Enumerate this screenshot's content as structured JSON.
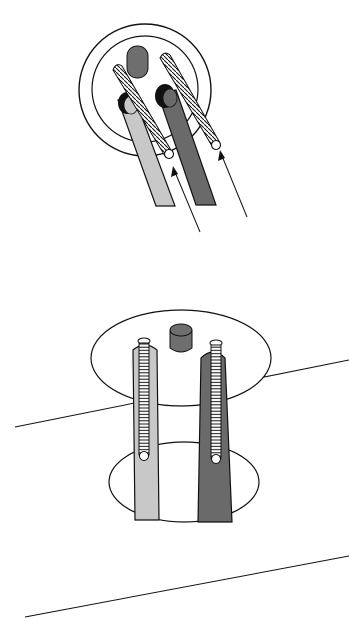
{
  "diagram": {
    "panels": [
      {
        "id": "top",
        "view": "top-view"
      },
      {
        "id": "bottom",
        "view": "perspective-view"
      }
    ],
    "colors": {
      "line": "#111111",
      "light_rod": "#c8c8c8",
      "dark_rod": "#6a6a6a",
      "plug": "#6e6e6e",
      "background": "#ffffff",
      "screw_fill": "#ffffff"
    },
    "icons": [
      "arrow-icon",
      "screw-icon",
      "rod-icon",
      "plug-icon"
    ]
  }
}
